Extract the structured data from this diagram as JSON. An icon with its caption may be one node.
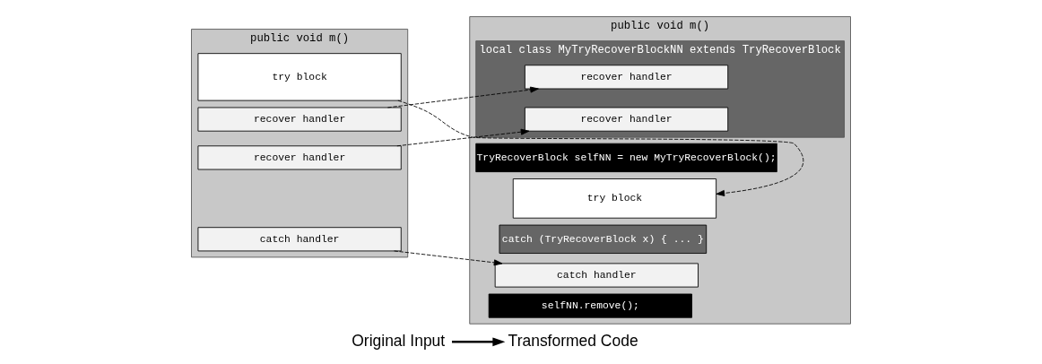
{
  "diagram": {
    "nodes": [
      {
        "text": [
          "public void m()"
        ]
      },
      {
        "text": [
          "try block"
        ],
        "in": 0
      },
      {
        "text": [
          "recover handler"
        ],
        "in": 0
      },
      {
        "text": [
          "recover handler"
        ],
        "in": 0
      },
      {
        "text": [
          "catch handler"
        ],
        "in": 0
      },
      {
        "text": [
          "public void m()"
        ]
      },
      {
        "text": [
          "local class MyTryRecoverBlockNN extends TryRecoverBlock"
        ],
        "in": 5
      },
      {
        "text": [
          "recover handler"
        ],
        "in": 6
      },
      {
        "text": [
          "recover handler"
        ],
        "in": 6
      },
      {
        "text": [
          "TryRecoverBlock selfNN = new MyTryRecoverBlock();"
        ],
        "in": 5
      },
      {
        "text": [
          "try block"
        ],
        "in": 5
      },
      {
        "text": [
          "catch (TryRecoverBlock x) { ... }"
        ],
        "in": 5
      },
      {
        "text": [
          "catch handler"
        ],
        "in": 5
      },
      {
        "text": [
          "selfNN.remove();"
        ],
        "in": 5
      },
      {
        "text": [
          "Original Input"
        ]
      },
      {
        "text": [
          "Transformed Code"
        ]
      }
    ],
    "edges": [
      {
        "from": 1,
        "to": 10,
        "arrow": "to",
        "style": "dashed"
      },
      {
        "from": 2,
        "to": 7,
        "arrow": "to",
        "style": "dashed"
      },
      {
        "from": 3,
        "to": 8,
        "arrow": "to",
        "style": "dashed"
      },
      {
        "from": 4,
        "to": 12,
        "arrow": "to",
        "style": "dashed"
      },
      {
        "from": 14,
        "to": 15,
        "arrow": "to",
        "style": "thick"
      }
    ]
  }
}
